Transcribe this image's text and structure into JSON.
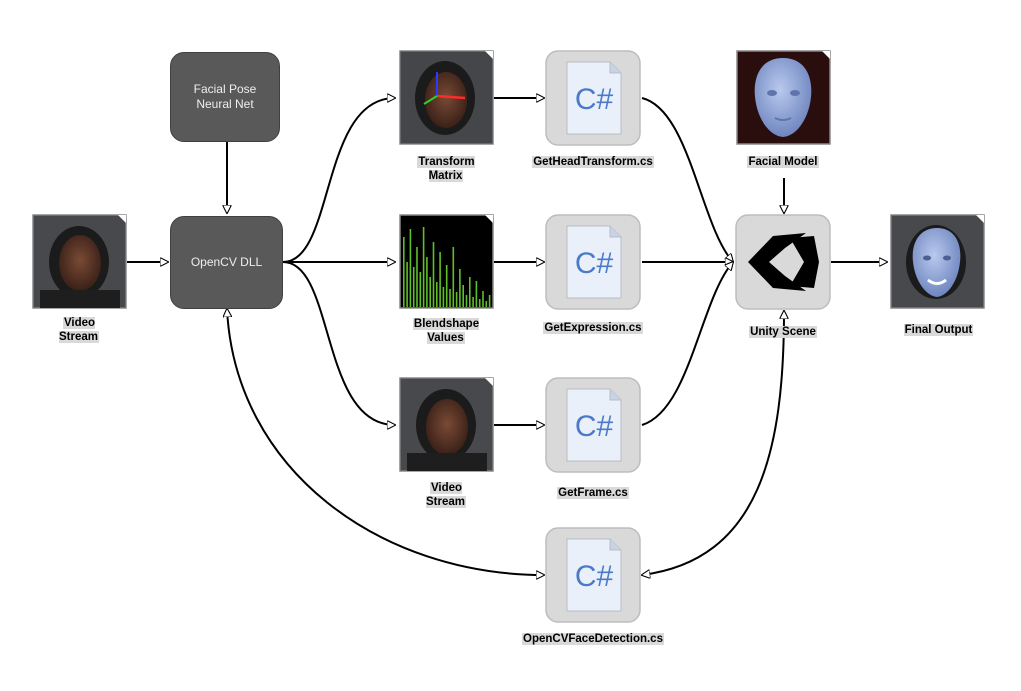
{
  "nodes": {
    "neural_net": "Facial Pose\nNeural Net",
    "opencv_dll": "OpenCV DLL",
    "video_stream_in": "Video\nStream",
    "transform_matrix": "Transform\nMatrix",
    "blendshape_values": "Blendshape\nValues",
    "video_stream_mid": "Video\nStream",
    "get_head_transform": "GetHeadTransform.cs",
    "get_expression": "GetExpression.cs",
    "get_frame": "GetFrame.cs",
    "opencv_face_detection": "OpenCVFaceDetection.cs",
    "facial_model": "Facial Model",
    "unity_scene": "Unity Scene",
    "final_output": "Final Output"
  },
  "script_icon_text": "C#",
  "colors": {
    "dark_node": "#595959",
    "script_tile": "#d9d9d9",
    "csharp_blue": "#4a7ac8",
    "label_highlight": "#d9d9d9",
    "bar_green": "#5fbf2a",
    "mask_blue": "#8ea6d6"
  }
}
